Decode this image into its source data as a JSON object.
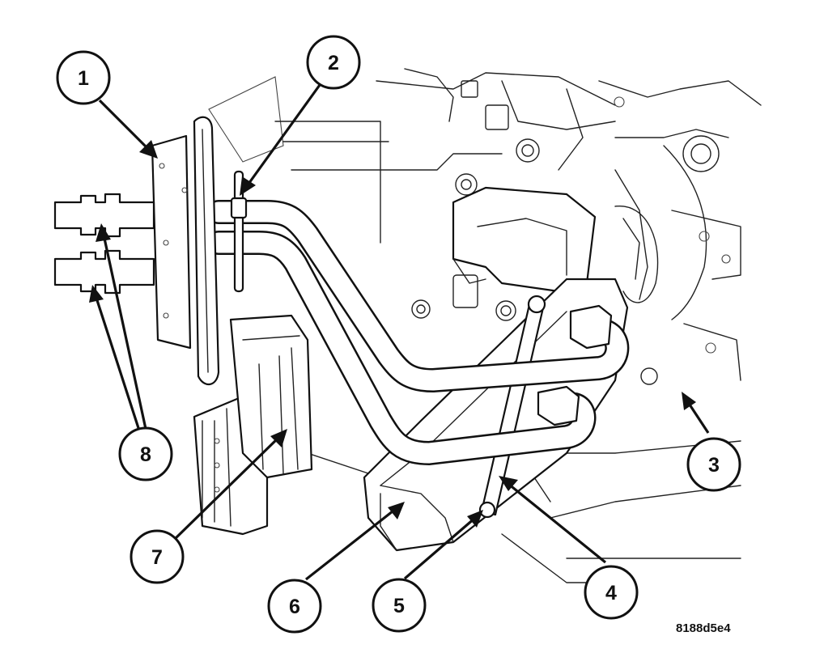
{
  "figure_id": "8188d5e4",
  "callouts": [
    {
      "number": "1"
    },
    {
      "number": "2"
    },
    {
      "number": "3"
    },
    {
      "number": "4"
    },
    {
      "number": "5"
    },
    {
      "number": "6"
    },
    {
      "number": "7"
    },
    {
      "number": "8"
    }
  ]
}
